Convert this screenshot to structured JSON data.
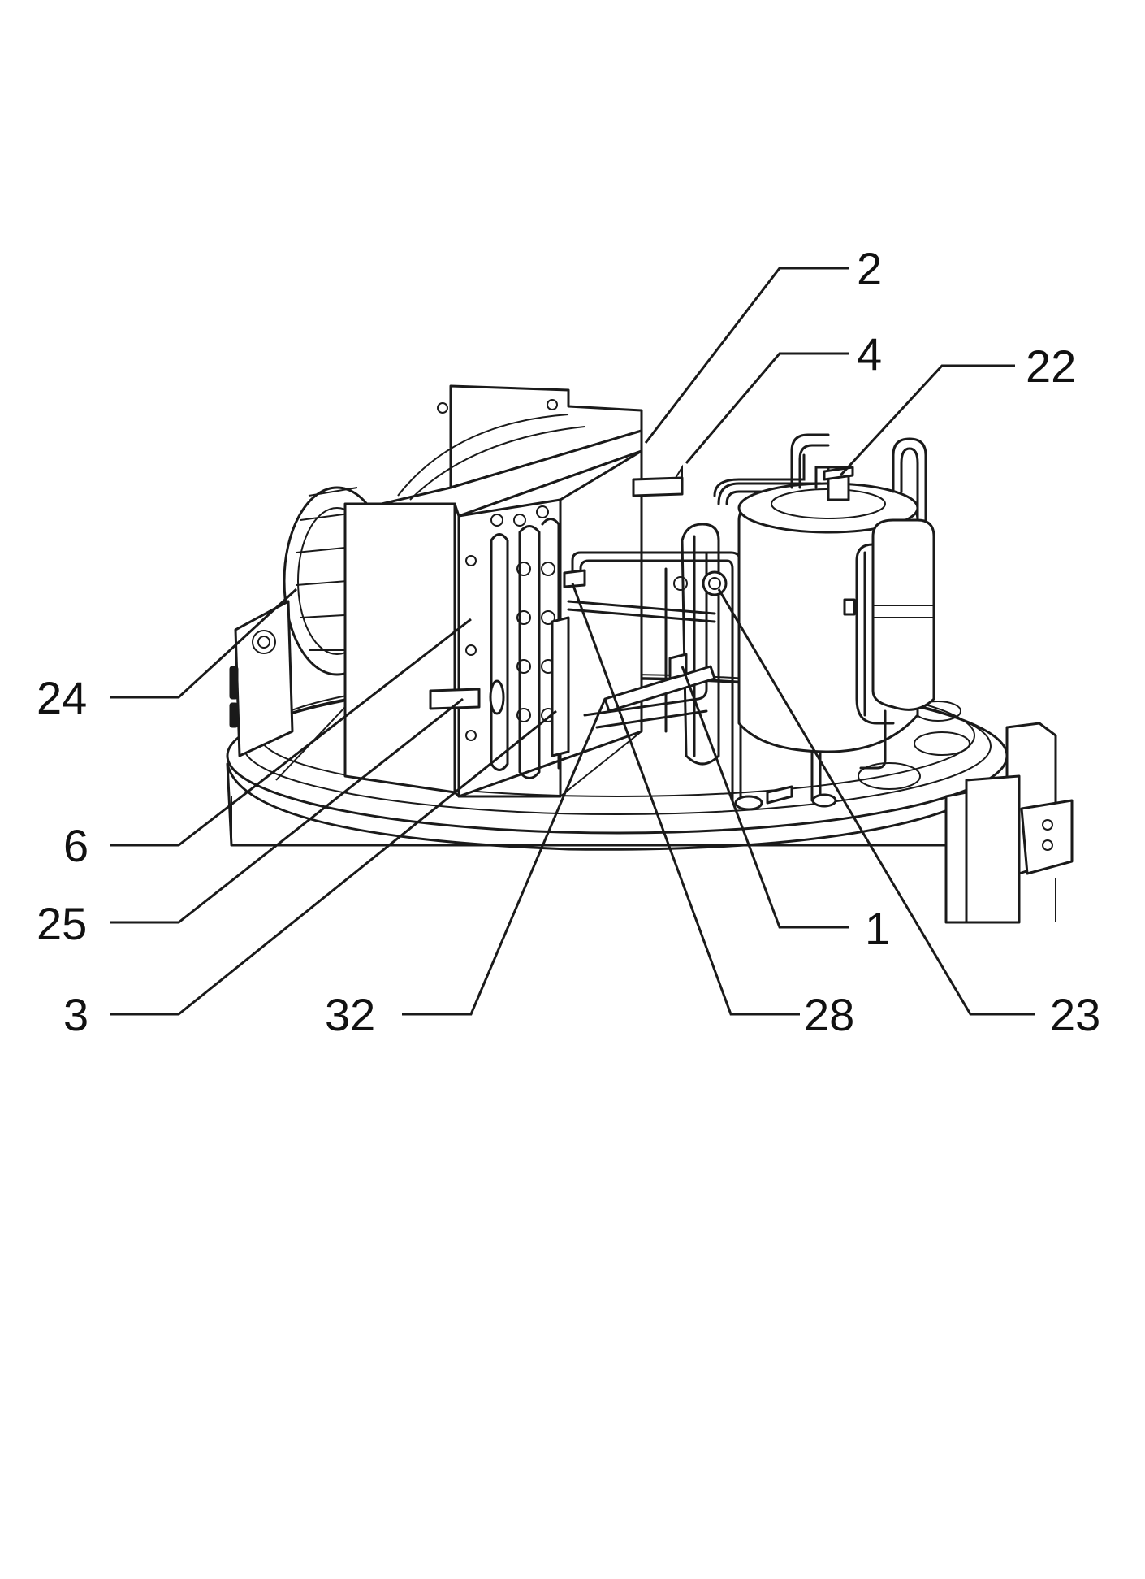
{
  "callouts": [
    {
      "id": "c2",
      "label": "2"
    },
    {
      "id": "c4",
      "label": "4"
    },
    {
      "id": "c22",
      "label": "22"
    },
    {
      "id": "c24",
      "label": "24"
    },
    {
      "id": "c6",
      "label": "6"
    },
    {
      "id": "c25",
      "label": "25"
    },
    {
      "id": "c1",
      "label": "1"
    },
    {
      "id": "c3",
      "label": "3"
    },
    {
      "id": "c32",
      "label": "32"
    },
    {
      "id": "c28",
      "label": "28"
    },
    {
      "id": "c23",
      "label": "23"
    }
  ]
}
